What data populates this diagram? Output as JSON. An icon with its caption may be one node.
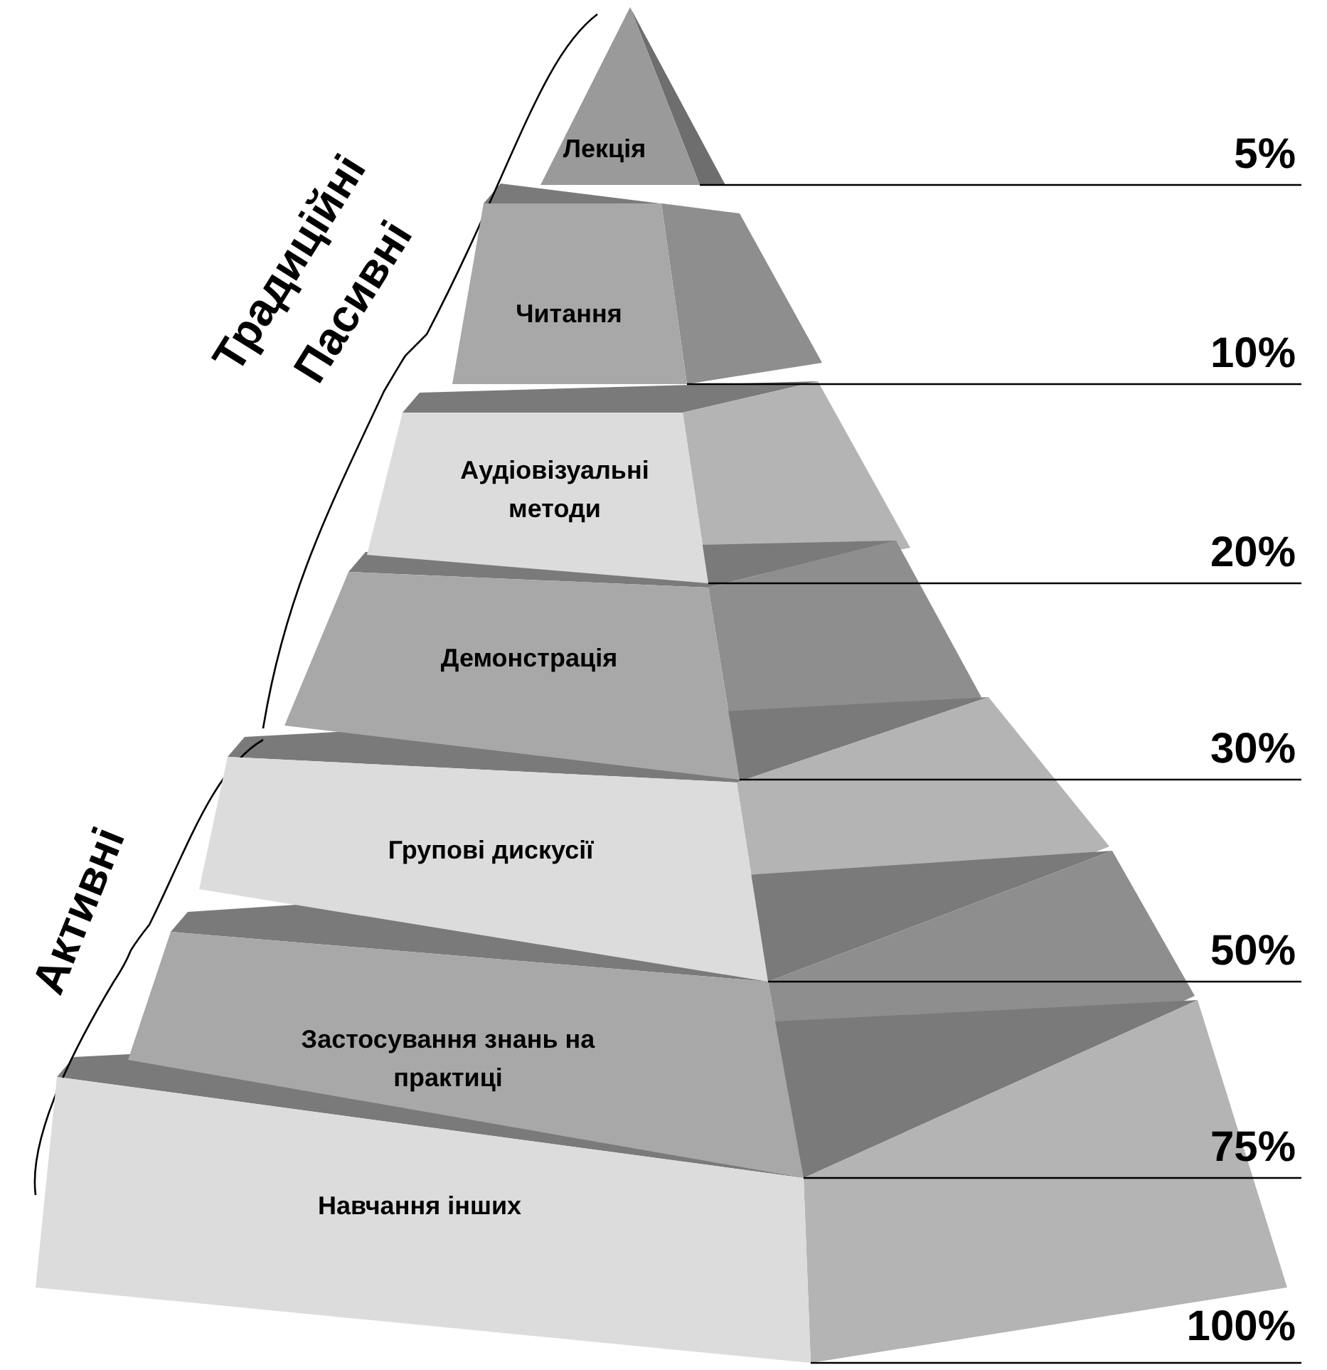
{
  "diagram": {
    "nodes": [
      {
        "text": [
          "Лекція"
        ]
      },
      {
        "text": [
          "Читання"
        ]
      },
      {
        "text": [
          "Аудіовізуальні методи"
        ]
      },
      {
        "text": [
          "Демонстрація"
        ]
      },
      {
        "text": [
          "Групові дискусії"
        ]
      },
      {
        "text": [
          "Застосування знань на практиці"
        ]
      },
      {
        "text": [
          "Навчання інших"
        ]
      }
    ],
    "labels": [
      "Традиційні",
      "Пасивні",
      "Активні",
      "5%",
      "10%",
      "20%",
      "30%",
      "50%",
      "75%",
      "100%"
    ]
  }
}
